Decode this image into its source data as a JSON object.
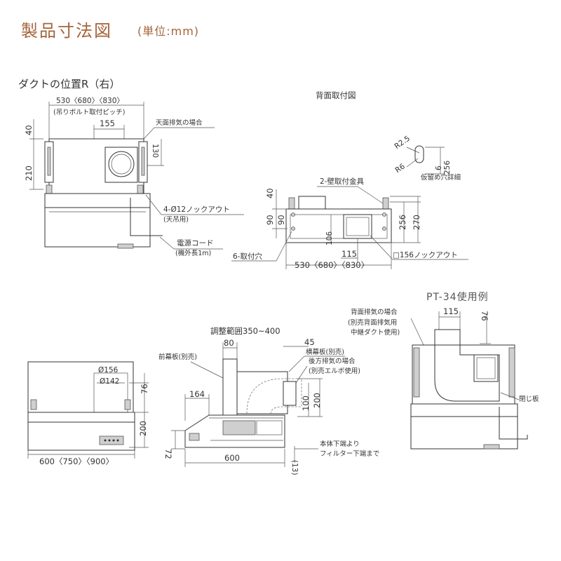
{
  "title": "製品寸法図",
  "unit": "(単位:mm)",
  "duct_position": "ダクトの位置R（右）",
  "back_mount_title": "背面取付図",
  "pt34_title": "PT-34使用例",
  "labels": {
    "top_width": "530〈680〉〈830〉",
    "bolt_pitch": "(吊りボルト取付ピッチ)",
    "ceiling_exhaust": "天面排気の場合",
    "dim_155": "155",
    "dim_130": "130",
    "dim_40": "40",
    "dim_210": "210",
    "knockout_4": "4-Ø12ノックアウト",
    "knockout_4_sub": "(天吊用)",
    "power_cord": "電源コード",
    "power_cord_sub": "(機外長1m)",
    "r25": "R2.5",
    "r6": "R6",
    "dim_6": "6",
    "dim_256a": "256",
    "temp_hole": "仮留め穴詳細",
    "wall_bracket": "2-壁取付金具",
    "bm_40": "40",
    "bm_90a": "90",
    "bm_90b": "90",
    "bm_106": "106",
    "bm_256": "256",
    "bm_270": "270",
    "bm_115": "115",
    "bm_width": "530〈680〉〈830〉",
    "holes_6": "6-取付穴",
    "knockout_156": "□156ノックアウト",
    "back_exhaust": "背面排気の場合",
    "back_exhaust_sub1": "(別売背面排気用",
    "back_exhaust_sub2": "中継ダクト使用)",
    "pt_115": "115",
    "pt_76": "76",
    "close_plate": "閉じ板",
    "adj_range": "調整範囲350~400",
    "side_80": "80",
    "side_45": "45",
    "front_panel": "前幕板(別売)",
    "side_panel": "横幕板(別売)",
    "rear_exhaust": "後方排気の場合",
    "rear_exhaust_sub": "(別売エルボ使用)",
    "side_164": "164",
    "side_100": "100",
    "side_200": "200",
    "side_72": "72",
    "side_600": "600",
    "side_13": "(13)",
    "body_bottom": "本体下端より",
    "filter_bottom": "フィルター下端まで",
    "f_156": "Ø156",
    "f_142": "Ø142",
    "f_76": "76",
    "f_200": "200",
    "front_width": "600〈750〉〈900〉"
  }
}
